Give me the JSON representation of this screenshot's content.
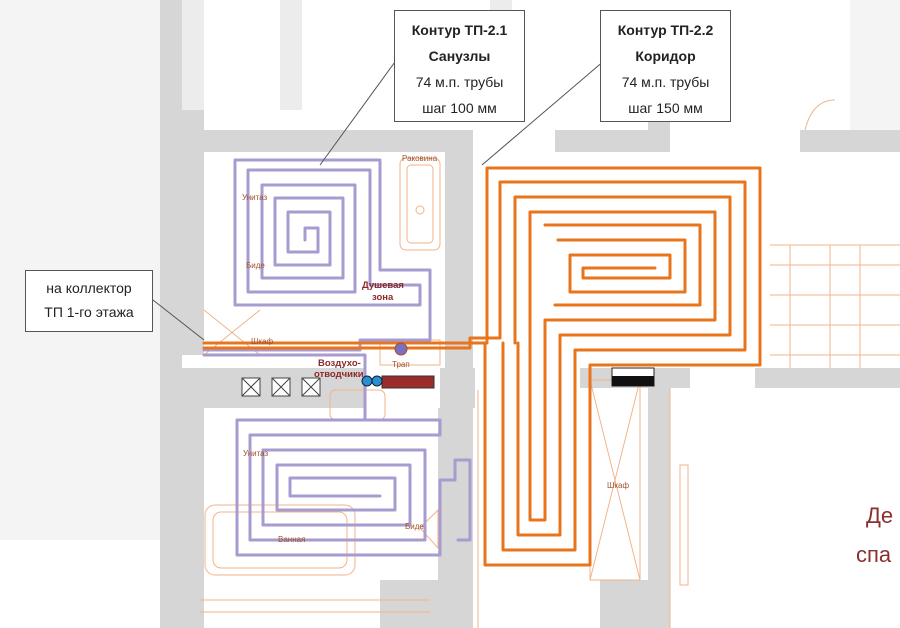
{
  "callouts": {
    "circuit_21": {
      "title": "Контур ТП-2.1",
      "zone": "Санузлы",
      "length": "74 м.п. трубы",
      "step": "шаг 100 мм"
    },
    "circuit_22": {
      "title": "Контур ТП-2.2",
      "zone": "Коридор",
      "length": "74 м.п. трубы",
      "step": "шаг 150 мм"
    },
    "collector": {
      "line1": "на коллектор",
      "line2": "ТП 1-го этажа"
    }
  },
  "room_labels": {
    "sink": "Раковина",
    "toilet_top": "Унитаз",
    "bidet_top": "Биде",
    "shower_line1": "Душевая",
    "shower_line2": "зона",
    "closet_left": "Шкаф",
    "air_vent_line1": "Воздухо-",
    "air_vent_line2": "отводчики",
    "drain": "Трап",
    "toilet_bottom": "Унитаз",
    "bath": "Ванная",
    "bidet_bottom": "Биде",
    "closet_right": "Шкаф",
    "bedroom_line1": "Де",
    "bedroom_line2": "спа"
  },
  "colors": {
    "circuit_21_pipe": "#a79bd0",
    "circuit_22_pipe": "#e8741c",
    "wall": "#d4d4d4",
    "fixture_lines": "#f0b48a"
  }
}
